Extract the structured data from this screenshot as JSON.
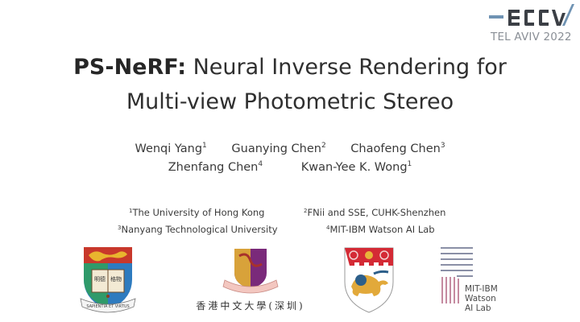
{
  "conference": {
    "logo_text": "ECCV",
    "location": "TEL AVIV 2022",
    "accent": "#6f93b3",
    "text_color": "#3b3f45"
  },
  "title": {
    "bold": "PS-NeRF:",
    "line1_rest": " Neural Inverse Rendering for",
    "line2": "Multi-view Photometric Stereo"
  },
  "authors": [
    {
      "name": "Wenqi Yang",
      "aff": "1"
    },
    {
      "name": "Guanying Chen",
      "aff": "2"
    },
    {
      "name": "Chaofeng Chen",
      "aff": "3"
    },
    {
      "name": "Zhenfang Chen",
      "aff": "4"
    },
    {
      "name": "Kwan-Yee K. Wong",
      "aff": "1"
    }
  ],
  "affiliations": [
    {
      "num": "1",
      "name": "The University of Hong Kong"
    },
    {
      "num": "2",
      "name": "FNii and SSE, CUHK-Shenzhen"
    },
    {
      "num": "3",
      "name": "Nanyang Technological University"
    },
    {
      "num": "4",
      "name": "MIT-IBM Watson AI Lab"
    }
  ],
  "logos": {
    "hku": {
      "motto": "SAPIENTIA ET VIRTUS",
      "book_chars": "明德格物"
    },
    "cuhk": {
      "caption": "香港中文大學(深圳)"
    },
    "ntu": {},
    "mit_ibm": {
      "line1": "MIT-IBM",
      "line2": "Watson",
      "line3": "AI Lab"
    }
  }
}
